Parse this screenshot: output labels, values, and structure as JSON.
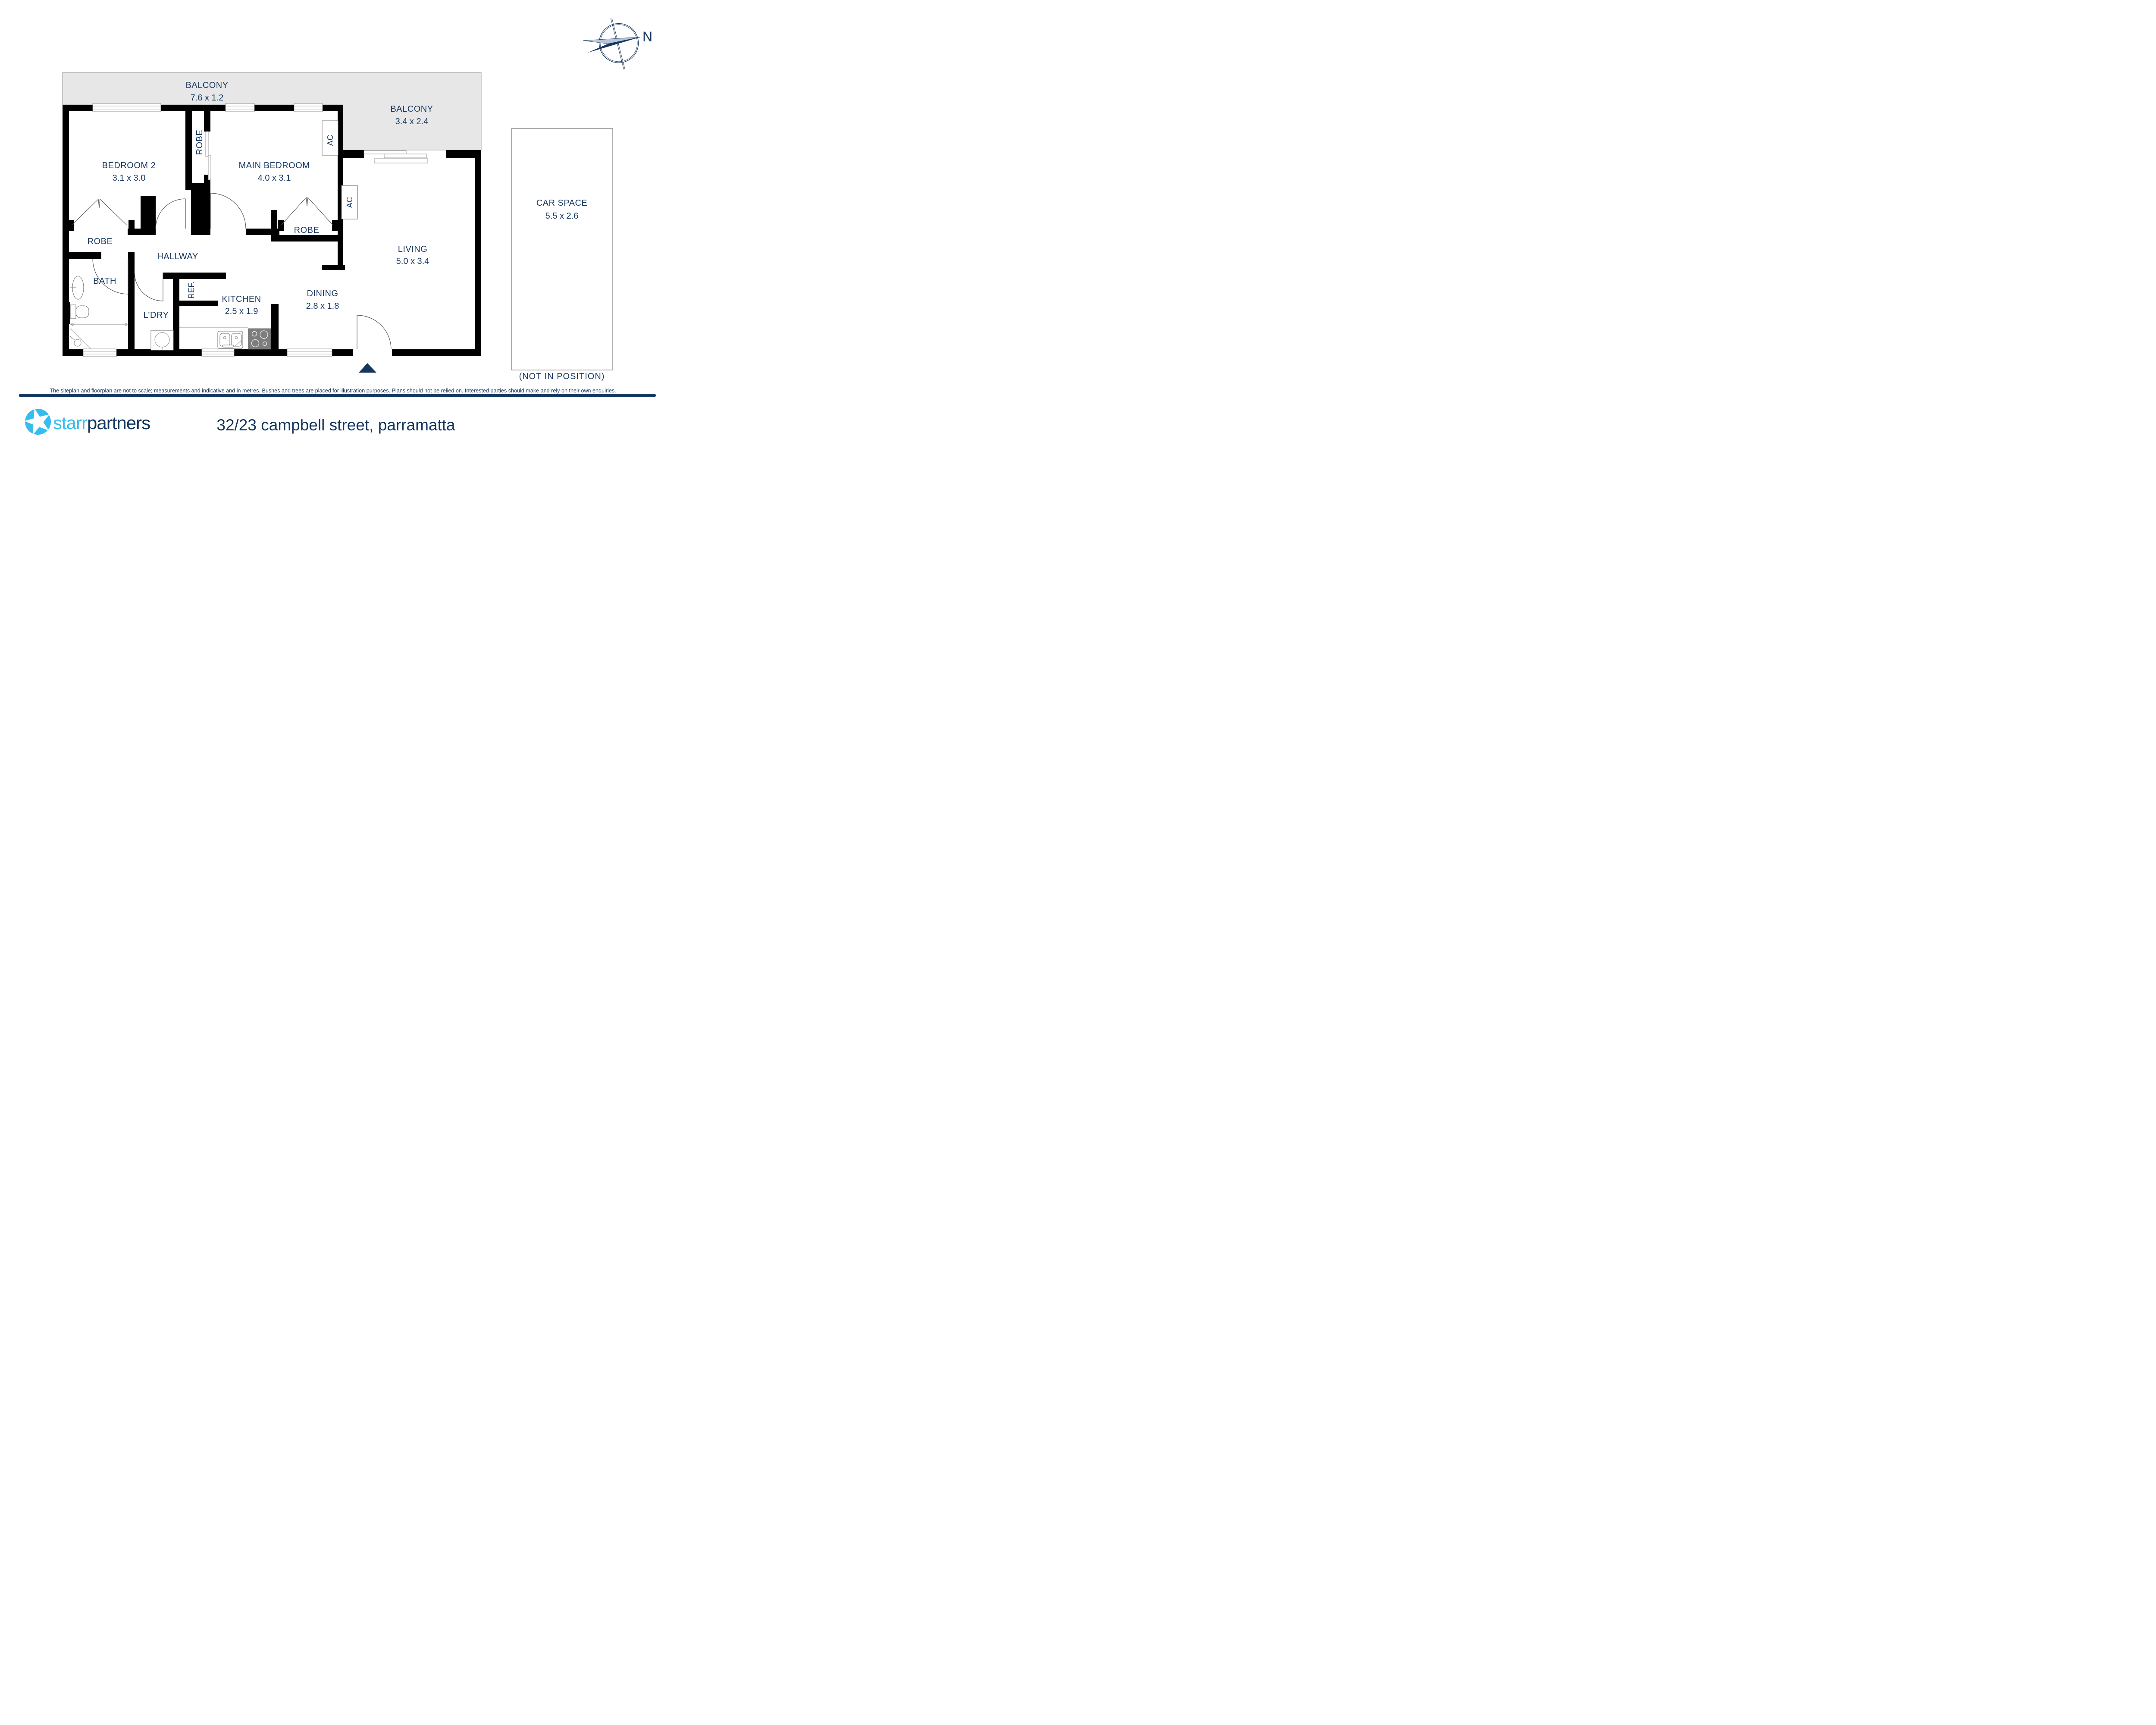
{
  "compass": {
    "north_label": "N"
  },
  "plan": {
    "balcony_top": {
      "name": "BALCONY",
      "dims": "7.6 x 1.2"
    },
    "balcony_right": {
      "name": "BALCONY",
      "dims": "3.4 x 2.4"
    },
    "bedroom2": {
      "name": "BEDROOM 2",
      "dims": "3.1 x 3.0"
    },
    "robe_between": {
      "name": "ROBE"
    },
    "main_bedroom": {
      "name": "MAIN BEDROOM",
      "dims": "4.0 x 3.1"
    },
    "ac_upper": {
      "name": "AC"
    },
    "ac_lower": {
      "name": "AC"
    },
    "robe_bedroom2": {
      "name": "ROBE"
    },
    "robe_main": {
      "name": "ROBE"
    },
    "hallway": {
      "name": "HALLWAY"
    },
    "bath": {
      "name": "BATH"
    },
    "laundry": {
      "name": "L’DRY"
    },
    "fridge": {
      "name": "REF."
    },
    "kitchen": {
      "name": "KITCHEN",
      "dims": "2.5 x 1.9"
    },
    "dining": {
      "name": "DINING",
      "dims": "2.8 x 1.8"
    },
    "living": {
      "name": "LIVING",
      "dims": "5.0 x 3.4"
    },
    "car_space": {
      "name": "CAR SPACE",
      "dims": "5.5 x 2.6",
      "note": "(NOT IN POSITION)"
    }
  },
  "disclaimer": "The siteplan and floorplan are not to scale; measurements and indicative and in metres. Bushes and trees are placed for illustration purposes. Plans should not be relied on. Interested parties should make and rely on their own enquiries.",
  "footer": {
    "brand_starr": "starr",
    "brand_partners": "partners",
    "address": "32/23 campbell street, parramatta"
  },
  "colors": {
    "wall_black": "#000000",
    "text_navy": "#183862",
    "brand_navy": "#12355f",
    "brand_light_blue": "#35bdef",
    "balcony_gray": "#e7e7e7",
    "cooktop_gray": "#7d7d7d",
    "needle_light": "#b9c3da"
  }
}
